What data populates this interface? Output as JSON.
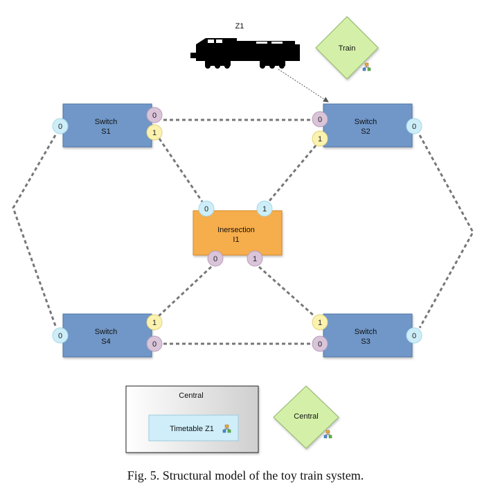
{
  "train": {
    "label": "Z1",
    "type_label": "Train"
  },
  "switches": {
    "s1": {
      "line1": "Switch",
      "line2": "S1",
      "port_a": "0",
      "port_b": "0",
      "port_c": "1"
    },
    "s2": {
      "line1": "Switch",
      "line2": "S2",
      "port_a": "0",
      "port_b": "1",
      "port_c": "0"
    },
    "s3": {
      "line1": "Switch",
      "line2": "S3",
      "port_a": "1",
      "port_b": "0",
      "port_c": "0"
    },
    "s4": {
      "line1": "Switch",
      "line2": "S4",
      "port_a": "0",
      "port_b": "1",
      "port_c": "0"
    }
  },
  "intersection": {
    "line1": "Inersection",
    "line2": "I1",
    "top_left": "0",
    "top_right": "1",
    "bottom_left": "0",
    "bottom_right": "1"
  },
  "central": {
    "label": "Central",
    "timetable": "Timetable Z1",
    "type_label": "Central"
  },
  "caption": "Fig. 5.  Structural model of the toy train system.",
  "colors": {
    "switch_fill": "#6f97c8",
    "intersection_fill": "#f6ad4b",
    "port_blue": "#cdeef8",
    "port_purple": "#d9c4d9",
    "port_yellow": "#fbf2b0",
    "diamond_fill": "#d4f0a8",
    "timetable_fill": "#cfeefa"
  },
  "icons": [
    "locomotive-icon",
    "hierarchy-icon"
  ]
}
